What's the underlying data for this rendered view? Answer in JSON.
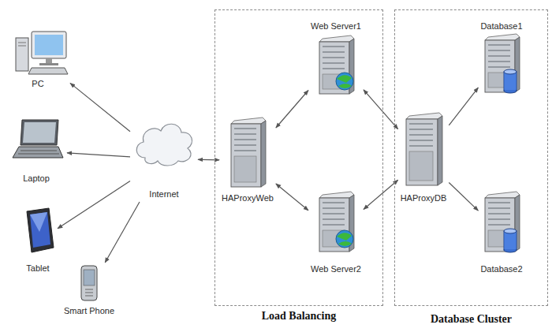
{
  "diagram": {
    "nodes": [
      {
        "text": [
          "PC"
        ]
      },
      {
        "text": [
          "Laptop"
        ]
      },
      {
        "text": [
          "Tablet"
        ]
      },
      {
        "text": [
          "Smart Phone"
        ]
      },
      {
        "text": [
          "Internet"
        ]
      },
      {
        "text": [
          "Load Balancing"
        ]
      },
      {
        "text": [
          "HAProxyWeb"
        ],
        "in": 5
      },
      {
        "text": [
          "Web Server1"
        ],
        "in": 5
      },
      {
        "text": [
          "Web Server2"
        ],
        "in": 5
      },
      {
        "text": [
          "Database Cluster"
        ]
      },
      {
        "text": [
          "HAProxyDB"
        ],
        "in": 9
      },
      {
        "text": [
          "Database1"
        ],
        "in": 9
      },
      {
        "text": [
          "Database2"
        ],
        "in": 9
      }
    ],
    "edges": [
      {
        "from": 4,
        "to": 0,
        "arrow": "to"
      },
      {
        "from": 4,
        "to": 1,
        "arrow": "to"
      },
      {
        "from": 4,
        "to": 2,
        "arrow": "to"
      },
      {
        "from": 4,
        "to": 3,
        "arrow": "to"
      },
      {
        "from": 4,
        "to": 6,
        "arrow": "both"
      },
      {
        "from": 6,
        "to": 7,
        "arrow": "both"
      },
      {
        "from": 6,
        "to": 8,
        "arrow": "both"
      },
      {
        "from": 7,
        "to": 10,
        "arrow": "both"
      },
      {
        "from": 8,
        "to": 10,
        "arrow": "both"
      },
      {
        "from": 10,
        "to": 11,
        "arrow": "to"
      },
      {
        "from": 10,
        "to": 12,
        "arrow": "to"
      }
    ]
  }
}
